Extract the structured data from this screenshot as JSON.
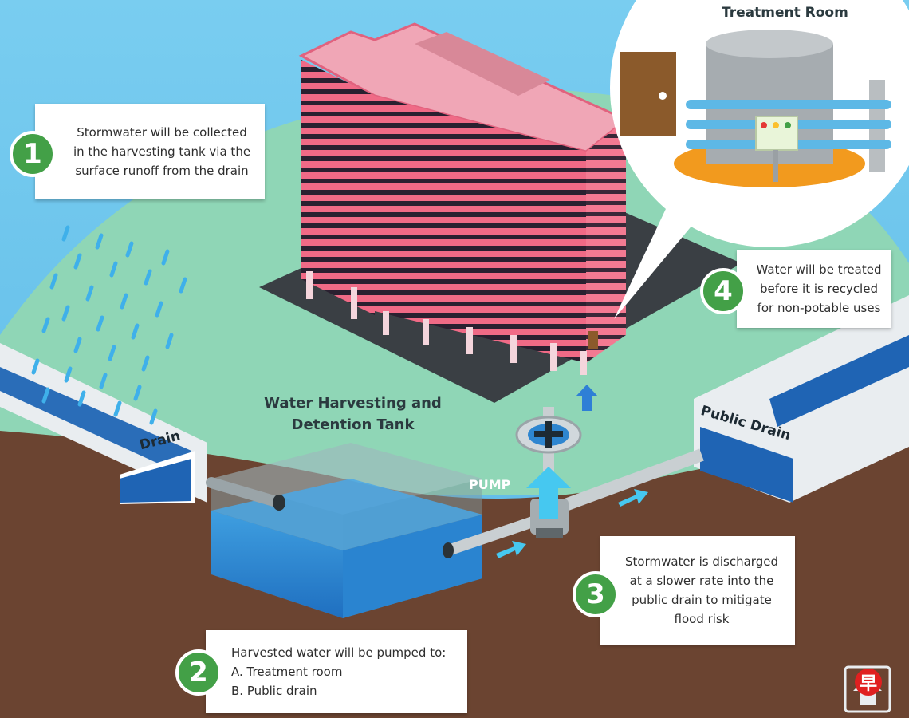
{
  "labels": {
    "treatment_room": "Treatment Room",
    "tank_title_line1": "Water Harvesting and",
    "tank_title_line2": "Detention Tank",
    "pump": "PUMP",
    "drain": "Drain",
    "public_drain": "Public Drain"
  },
  "steps": [
    {
      "number": "1",
      "lines": [
        "Stormwater will be collected",
        "in the harvesting tank via the",
        "surface runoff from the drain"
      ]
    },
    {
      "number": "2",
      "lines": [
        "Harvested water will be pumped to:",
        "A. Treatment room",
        "B. Public drain"
      ]
    },
    {
      "number": "3",
      "lines": [
        "Stormwater is discharged",
        "at a slower rate into the",
        "public drain to mitigate",
        "flood risk"
      ]
    },
    {
      "number": "4",
      "lines": [
        "Water will be treated",
        "before it is recycled",
        "for non-potable uses"
      ]
    }
  ],
  "logo": {
    "glyph": "早",
    "icon": "house-logo-icon"
  },
  "colors": {
    "sky": "#6fc3ea",
    "ground": "#8fd6b6",
    "soil": "#6b4431",
    "building": "#ec93a5",
    "water": "#2f8fd8",
    "arrow": "#46c8f0",
    "badge": "#43a047"
  }
}
